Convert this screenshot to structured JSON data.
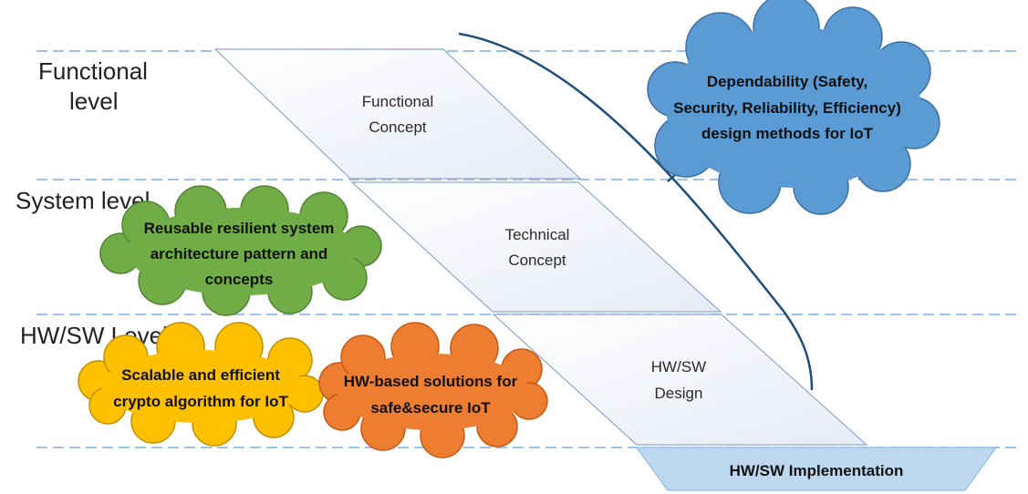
{
  "levels": {
    "functional": [
      "Functional",
      "level"
    ],
    "system": "System level",
    "hwsw": "HW/SW Level"
  },
  "phases": {
    "functional": [
      "Functional",
      "Concept"
    ],
    "technical": [
      "Technical",
      "Concept"
    ],
    "hwsw": [
      "HW/SW",
      "Design"
    ],
    "implementation": "HW/SW Implementation"
  },
  "clouds": {
    "dependability": [
      "Dependability (Safety,",
      "Security, Reliability, Efficiency)",
      "design methods for IoT"
    ],
    "architecture": [
      "Reusable resilient system",
      "architecture pattern and",
      "concepts"
    ],
    "crypto": [
      "Scalable and efficient",
      "crypto algorithm for IoT"
    ],
    "hw_based": [
      "HW-based solutions for",
      "safe&secure IoT"
    ]
  },
  "colors": {
    "dependability": "#5b9bd5",
    "architecture": "#70ad47",
    "crypto": "#ffc000",
    "hw_based": "#ed7d31",
    "implementation": "#bdd7ee",
    "phase_fill": "#eef1f8",
    "guide": "#9dc3e6",
    "curve": "#1f4e79"
  }
}
